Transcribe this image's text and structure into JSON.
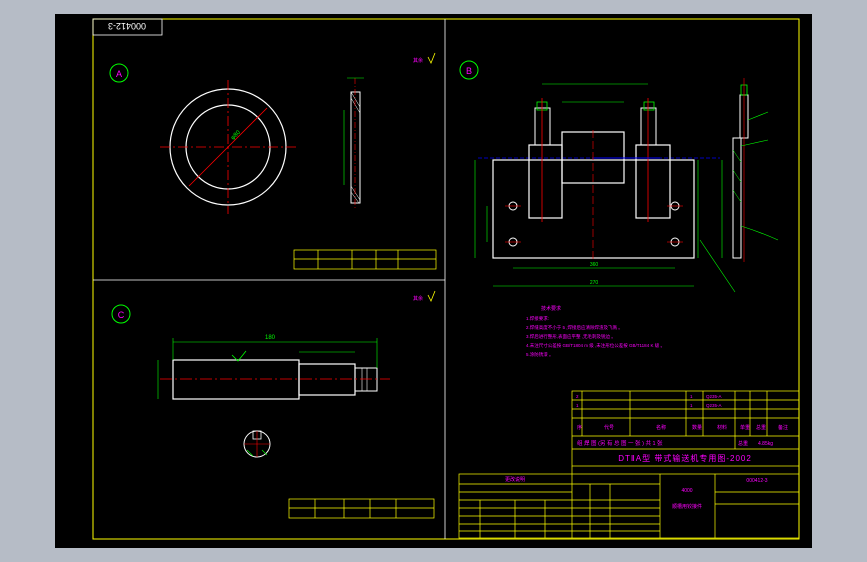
{
  "drawing": {
    "number_stamp": "000412-3",
    "title_line": "DTⅡA型 带式输送机专用图-2002",
    "drawing_no": "000412-3",
    "drawing_name": "顺槽用铰接件",
    "sheet_code": "4000"
  },
  "views": {
    "a": {
      "label": "A",
      "roughness_note": "其余"
    },
    "b": {
      "label": "B",
      "roughness_note": "其余"
    },
    "c": {
      "label": "C",
      "roughness_note": "其余"
    }
  },
  "dims": {
    "a_dia": "φ80",
    "b_width": "360",
    "b_total": "270",
    "c_length": "180"
  },
  "notes": {
    "heading": "技术要求",
    "lines": [
      "1.焊接要求:",
      "2.焊缝高度不小于 5 ,焊接后应清除焊渣及飞溅 。",
      "3.焊后进行整形,表面应平整 ,无毛刺及锐边 。",
      "4.未注尺寸公差按 GB/T1804 m 级 ,未注形位公差按 GB/T1184 K 级 。",
      "5.涂防锈漆 。"
    ]
  },
  "title_block": {
    "headers": [
      "序",
      "代号",
      "名称",
      "数量",
      "材料",
      "单重",
      "总重",
      "备注"
    ],
    "row1": [
      "2",
      "",
      "",
      "1",
      "Q235-A",
      "",
      "",
      ""
    ],
    "row2": [
      "1",
      "",
      "",
      "1",
      "Q235-A",
      "",
      "",
      ""
    ],
    "unit_label": "总重",
    "unit_value": "4.85kg",
    "bom_line": "组 焊 图 (另 有 总 图 一 张 ) 共 1 张",
    "left_block_title": "更改说明"
  },
  "colors": {
    "background": "#000000",
    "frame": "#ffff00",
    "part_lines": "#ffffff",
    "center_lines": "#ff0000",
    "dimensions": "#00ff00",
    "text": "#ff00ff",
    "hidden_lines": "#0000ff"
  }
}
